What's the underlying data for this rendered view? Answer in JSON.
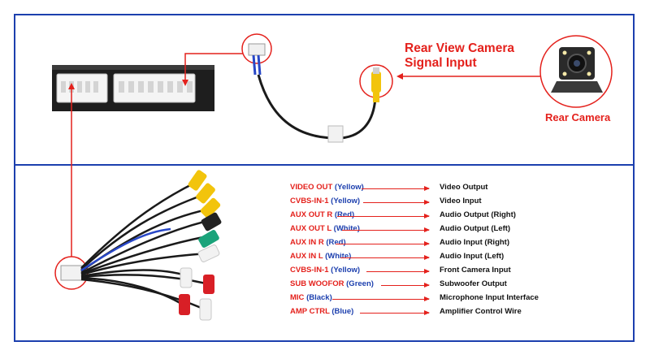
{
  "top": {
    "signal_line1": "Rear View Camera",
    "signal_line2": "Signal Input",
    "camera_label": "Rear Camera"
  },
  "colors": {
    "red": "#e4211c",
    "blue": "#1c3fae"
  },
  "connections": [
    {
      "name": "VIDEO OUT",
      "color": "(Yellow)",
      "desc": "Video Output"
    },
    {
      "name": "CVBS-IN-1",
      "color": "(Yellow)",
      "desc": "Video Input"
    },
    {
      "name": "AUX OUT R",
      "color": "(Red)",
      "desc": "Audio Output (Right)"
    },
    {
      "name": "AUX OUT L",
      "color": "(White)",
      "desc": "Audio Output (Left)"
    },
    {
      "name": "AUX IN R",
      "color": "(Red)",
      "desc": "Audio Input (Right)"
    },
    {
      "name": "AUX IN L",
      "color": "(White)",
      "desc": "Audio Input (Left)"
    },
    {
      "name": "CVBS-IN-1",
      "color": "(Yellow)",
      "desc": "Front Camera Input"
    },
    {
      "name": "SUB WOOFOR",
      "color": "(Green)",
      "desc": "Subwoofer Output"
    },
    {
      "name": "MIC",
      "color": "(Black)",
      "desc": "Microphone Input Interface"
    },
    {
      "name": "AMP CTRL",
      "color": "(Blue)",
      "desc": "Amplifier Control Wire"
    }
  ]
}
